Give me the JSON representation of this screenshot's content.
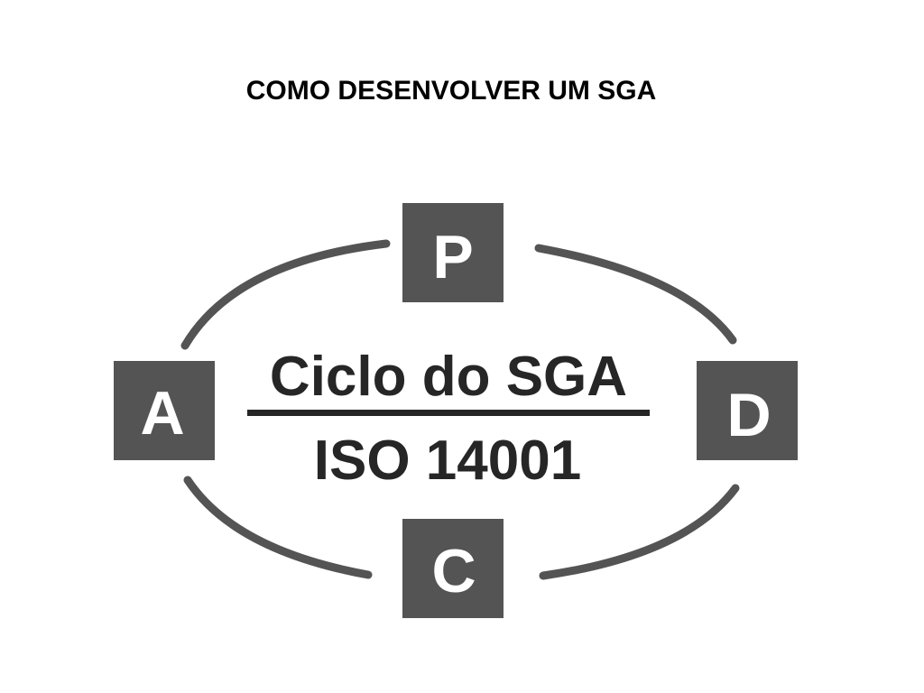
{
  "slide": {
    "title": "COMO DESENVOLVER UM SGA"
  },
  "diagram": {
    "center_title": "Ciclo do SGA",
    "center_subtitle": "ISO 14001",
    "steps": {
      "plan": "P",
      "do": "D",
      "check": "C",
      "act": "A"
    },
    "colors": {
      "box_fill": "#545454",
      "arc_stroke": "#545454",
      "center_text": "#262626",
      "letter": "#ffffff"
    }
  }
}
